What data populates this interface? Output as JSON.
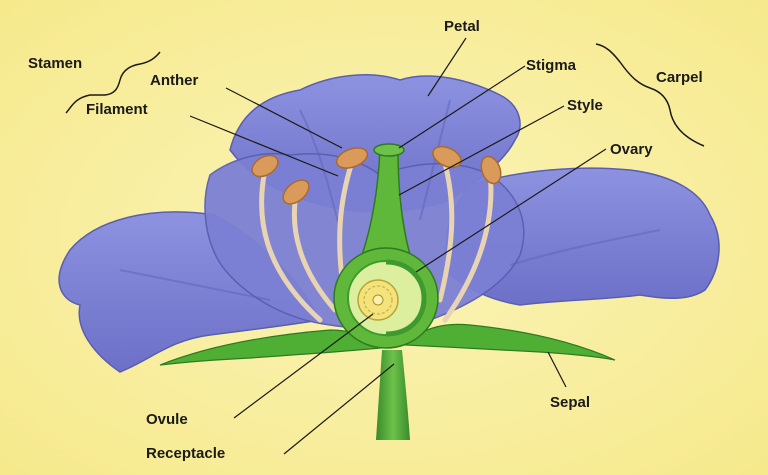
{
  "labels": {
    "petal": "Petal",
    "stigma": "Stigma",
    "carpel": "Carpel",
    "style": "Style",
    "ovary": "Ovary",
    "stamen": "Stamen",
    "anther": "Anther",
    "filament": "Filament",
    "ovule": "Ovule",
    "receptacle": "Receptacle",
    "sepal": "Sepal"
  },
  "colors": {
    "background": "#faf0a8",
    "petal": "#7e82d6",
    "petal_shadow": "#5e62b8",
    "stem": "#3f9a2e",
    "pistil": "#5fb83a",
    "ovary_inner": "#d8ec9a",
    "ovule": "#f3e37a",
    "anther": "#d99a5a",
    "filament": "#e9d2b0",
    "leader_line": "#1a1a1a"
  }
}
